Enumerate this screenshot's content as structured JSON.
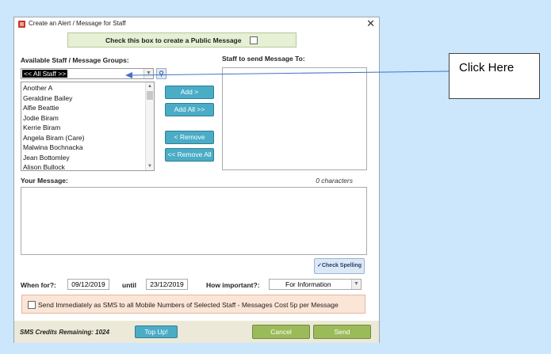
{
  "window": {
    "title": "Create an Alert / Message for Staff",
    "close_glyph": "✕"
  },
  "public_message": {
    "label": "Check this box to create a Public Message",
    "checked": false
  },
  "available": {
    "label": "Available Staff / Message Groups:",
    "selected_group": "<< All Staff >>",
    "staff": [
      "Another A",
      "Geraldine Bailey",
      "Alfie Beattie",
      "Jodie Biram",
      "Kerrie Biram",
      "Angela Biram (Care)",
      "Malwina Bochnacka",
      "Jean Bottomley",
      "Alison Bullock"
    ]
  },
  "buttons": {
    "add": "Add >",
    "add_all": "Add All >>",
    "remove": "< Remove",
    "remove_all": "<< Remove All"
  },
  "send_to": {
    "label": "Staff to send Message To:"
  },
  "message": {
    "label": "Your Message:",
    "char_count": "0 characters"
  },
  "spelling": {
    "label": "Check Spelling"
  },
  "when": {
    "label": "When for?:",
    "from_date": "09/12/2019",
    "until_label": "until",
    "until_date": "23/12/2019",
    "importance_label": "How important?:",
    "importance_value": "For Information"
  },
  "sms": {
    "text": "Send Immediately as SMS to all Mobile Numbers of Selected Staff - Messages Cost 5p per Message",
    "checked": false
  },
  "footer": {
    "credits": "SMS Credits Remaining: 1024",
    "topup": "Top Up!",
    "cancel": "Cancel",
    "send": "Send"
  },
  "annotation": {
    "text": "Click Here",
    "arrow_color": "#4472c4"
  },
  "colors": {
    "accent_teal": "#4bacc6",
    "green_button": "#9bbb59",
    "background": "#cce6fb"
  }
}
